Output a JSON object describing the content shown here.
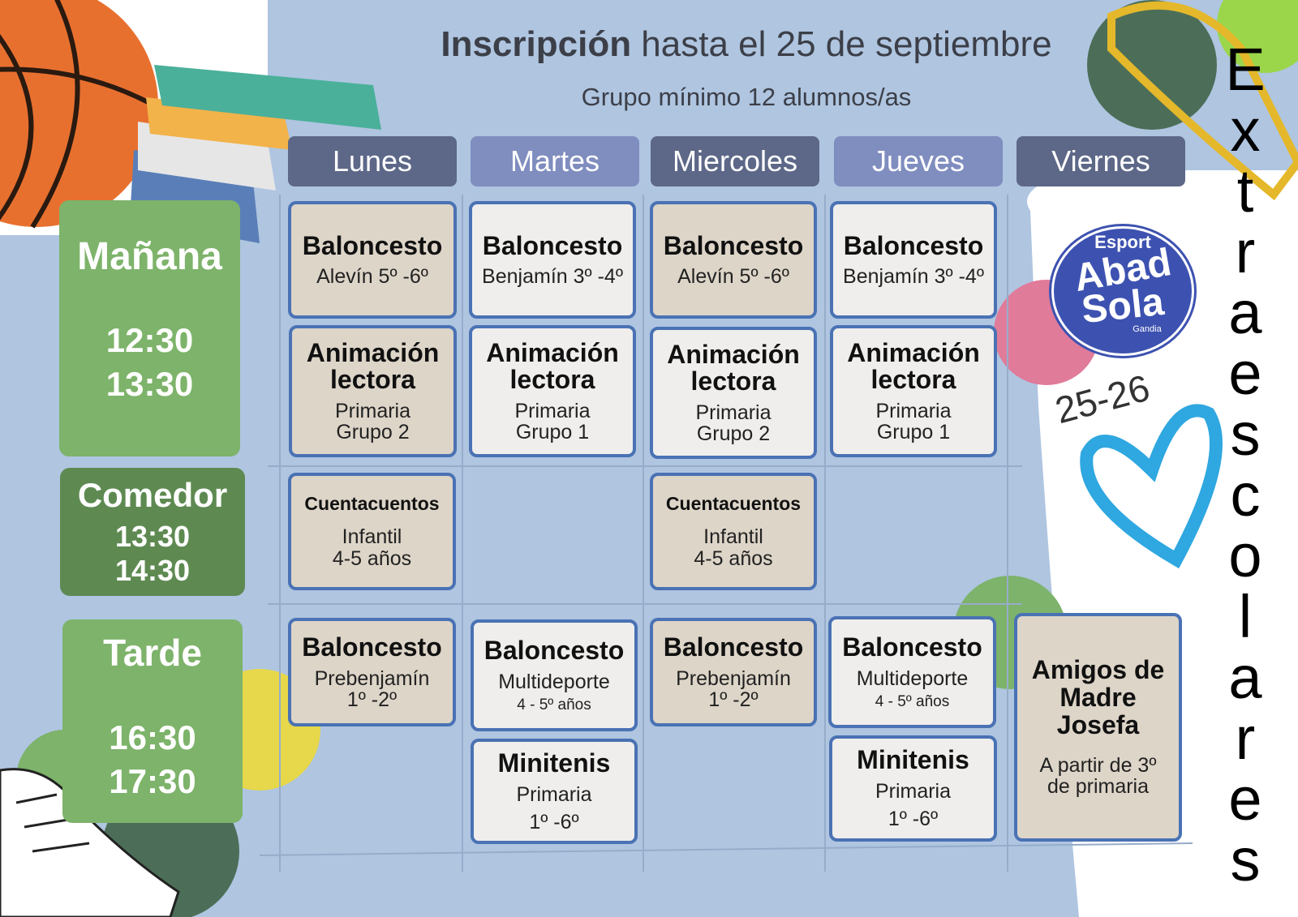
{
  "header": {
    "title_bold": "Inscripción",
    "title_rest": " hasta el 25 de septiembre",
    "subtitle": "Grupo mínimo 12 alumnos/as"
  },
  "days": [
    "Lunes",
    "Martes",
    "Miercoles",
    "Jueves",
    "Viernes"
  ],
  "slots": {
    "manana": {
      "label": "Mañana",
      "start": "12:30",
      "end": "13:30"
    },
    "comedor": {
      "label": "Comedor",
      "start": "13:30",
      "end": "14:30"
    },
    "tarde": {
      "label": "Tarde",
      "start": "16:30",
      "end": "17:30"
    }
  },
  "cells": {
    "m1_lunes": {
      "title": "Baloncesto",
      "sub": "Alevín 5º -6º"
    },
    "m1_martes": {
      "title": "Baloncesto",
      "sub": "Benjamín 3º -4º"
    },
    "m1_miercoles": {
      "title": "Baloncesto",
      "sub": "Alevín 5º -6º"
    },
    "m1_jueves": {
      "title": "Baloncesto",
      "sub": "Benjamín 3º -4º"
    },
    "m2_lunes": {
      "title1": "Animación",
      "title2": "lectora",
      "sub1": "Primaria",
      "sub2": "Grupo 2"
    },
    "m2_martes": {
      "title1": "Animación",
      "title2": "lectora",
      "sub1": "Primaria",
      "sub2": "Grupo 1"
    },
    "m2_miercoles": {
      "title1": "Animación",
      "title2": "lectora",
      "sub1": "Primaria",
      "sub2": "Grupo 2"
    },
    "m2_jueves": {
      "title1": "Animación",
      "title2": "lectora",
      "sub1": "Primaria",
      "sub2": "Grupo 1"
    },
    "c_lunes": {
      "title": "Cuentacuentos",
      "sub1": "Infantil",
      "sub2": "4-5 años"
    },
    "c_miercoles": {
      "title": "Cuentacuentos",
      "sub1": "Infantil",
      "sub2": "4-5 años"
    },
    "t1_lunes": {
      "title": "Baloncesto",
      "sub1": "Prebenjamín",
      "sub2": "1º -2º"
    },
    "t1_martes": {
      "title": "Baloncesto",
      "sub1": "Multideporte",
      "sub2": "4 - 5º años"
    },
    "t1_miercoles": {
      "title": "Baloncesto",
      "sub1": "Prebenjamín",
      "sub2": "1º -2º"
    },
    "t1_jueves": {
      "title": "Baloncesto",
      "sub1": "Multideporte",
      "sub2": "4 - 5º años"
    },
    "t2_martes": {
      "title": "Minitenis",
      "sub1": "Primaria",
      "sub2": "1º -6º"
    },
    "t2_jueves": {
      "title": "Minitenis",
      "sub1": "Primaria",
      "sub2": "1º -6º"
    },
    "t_viernes": {
      "title1": "Amigos de",
      "title2": "Madre",
      "title3": "Josefa",
      "sub1": "A partir de 3º",
      "sub2": "de primaria"
    }
  },
  "logo": {
    "top": "Esport",
    "line1": "Abad",
    "line2": "Sola",
    "bottom": "Gandia"
  },
  "year": "25-26",
  "side_title": "Extraescolares",
  "colors": {
    "background": "#afc5e0",
    "cell_border": "#4a72b4",
    "slot_green": "#7db36a",
    "comedor_green": "#5e8a52"
  }
}
